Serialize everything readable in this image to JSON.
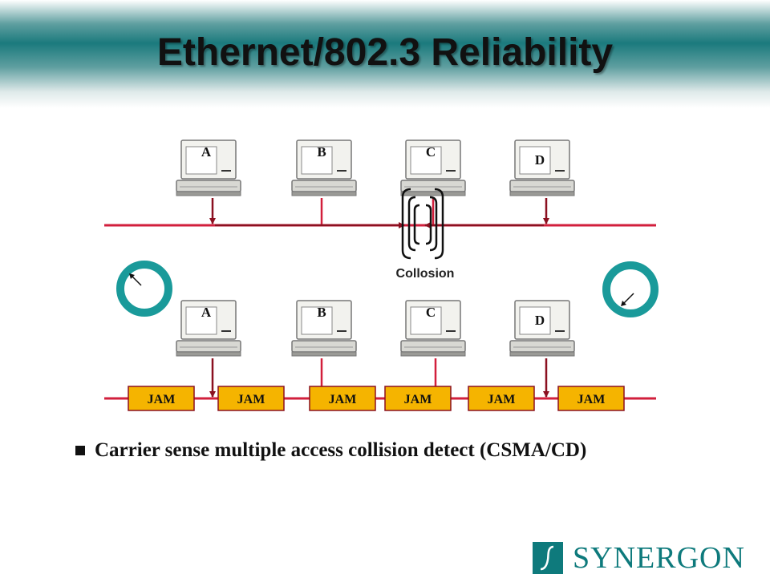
{
  "slide": {
    "title": "Ethernet/802.3 Reliability"
  },
  "diagram": {
    "top_row": {
      "stations": [
        "A",
        "B",
        "C",
        "D"
      ],
      "collision_label": "Collosion"
    },
    "bottom_row": {
      "stations": [
        "A",
        "B",
        "C",
        "D"
      ],
      "jam_labels": [
        "JAM",
        "JAM",
        "JAM",
        "JAM",
        "JAM",
        "JAM"
      ]
    },
    "colors": {
      "bus": "#d21f3c",
      "arrow": "#8b1020",
      "jam_fill": "#f5b400",
      "clock": "#1a9a9a"
    }
  },
  "bullets": [
    "Carrier sense multiple access collision detect (CSMA/CD)"
  ],
  "logo": {
    "text": "SYNERGON",
    "color": "#0e7a7c"
  }
}
